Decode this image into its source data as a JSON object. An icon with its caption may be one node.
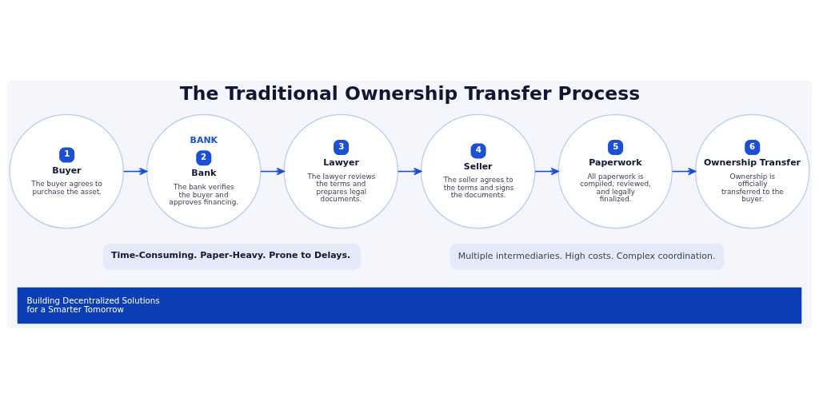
{
  "diagram": {
    "title": "The Traditional Ownership Transfer Process",
    "nodes": [
      {
        "text": [
          "1",
          "Buyer",
          "The buyer agrees to purchase the asset."
        ]
      },
      {
        "text": [
          "BANK",
          "2",
          "Bank",
          "The bank verifies the buyer and approves financing."
        ]
      },
      {
        "text": [
          "3",
          "Lawyer",
          "The lawyer reviews the terms and prepares legal documents."
        ]
      },
      {
        "text": [
          "4",
          "Seller",
          "The seller agrees to the terms and signs the documents."
        ]
      },
      {
        "text": [
          "5",
          "Paperwork",
          "All paperwork is compiled, reviewed, and legally finalized."
        ]
      },
      {
        "text": [
          "6",
          "Ownership Transfer",
          "Ownership is officially transferred to the buyer."
        ]
      }
    ],
    "edges": [
      {
        "from": 0,
        "to": 1,
        "arrow": "to"
      },
      {
        "from": 1,
        "to": 2,
        "arrow": "to"
      },
      {
        "from": 2,
        "to": 3,
        "arrow": "to"
      },
      {
        "from": 3,
        "to": 4,
        "arrow": "to"
      },
      {
        "from": 4,
        "to": 5,
        "arrow": "to"
      }
    ],
    "labels": [
      "Time-Consuming. Paper-Heavy. Prone to Delays.",
      "Multiple intermediaries. High costs. Complex coordination.",
      "Building Decentralized Solutions for a Smarter Tomorrow"
    ]
  }
}
